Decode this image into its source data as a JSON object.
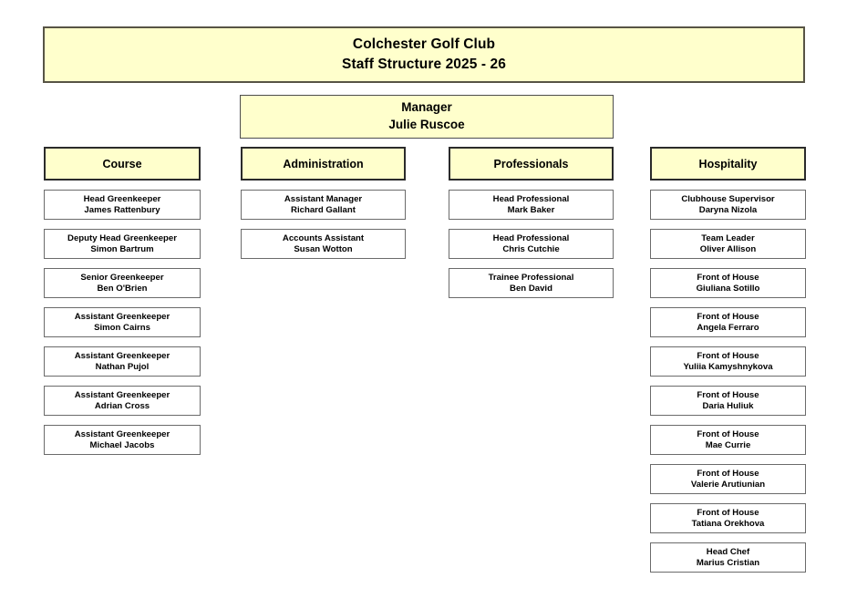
{
  "title": {
    "line1": "Colchester Golf Club",
    "line2": "Staff Structure 2025 - 26"
  },
  "manager": {
    "role": "Manager",
    "name": "Julie Ruscoe"
  },
  "colors": {
    "box_fill": "#FFFFCC",
    "header_border": "#2B2B2B",
    "staff_border": "#6B6B6B",
    "page_background": "#FFFFFF",
    "text": "#000000"
  },
  "columns": [
    {
      "key": "course",
      "header": "Course",
      "staff": [
        {
          "role": "Head Greenkeeper",
          "name": "James Rattenbury"
        },
        {
          "role": "Deputy Head Greenkeeper",
          "name": "Simon Bartrum"
        },
        {
          "role": "Senior Greenkeeper",
          "name": "Ben O'Brien"
        },
        {
          "role": "Assistant Greenkeeper",
          "name": "Simon Cairns"
        },
        {
          "role": "Assistant Greenkeeper",
          "name": "Nathan Pujol"
        },
        {
          "role": "Assistant Greenkeeper",
          "name": "Adrian Cross"
        },
        {
          "role": "Assistant Greenkeeper",
          "name": "Michael Jacobs"
        }
      ]
    },
    {
      "key": "administration",
      "header": "Administration",
      "staff": [
        {
          "role": "Assistant Manager",
          "name": "Richard Gallant"
        },
        {
          "role": "Accounts Assistant",
          "name": "Susan Wotton"
        }
      ]
    },
    {
      "key": "professionals",
      "header": "Professionals",
      "staff": [
        {
          "role": "Head Professional",
          "name": "Mark Baker"
        },
        {
          "role": "Head Professional",
          "name": "Chris Cutchie"
        },
        {
          "role": "Trainee Professional",
          "name": "Ben David"
        }
      ]
    },
    {
      "key": "hospitality",
      "header": "Hospitality",
      "staff": [
        {
          "role": "Clubhouse Supervisor",
          "name": "Daryna Nizola"
        },
        {
          "role": "Team Leader",
          "name": "Oliver Allison"
        },
        {
          "role": "Front of House",
          "name": "Giuliana Sotillo"
        },
        {
          "role": "Front of House",
          "name": "Angela Ferraro"
        },
        {
          "role": "Front of House",
          "name": "Yuliia Kamyshnykova"
        },
        {
          "role": "Front of House",
          "name": "Daria Huliuk"
        },
        {
          "role": "Front of House",
          "name": "Mae Currie"
        },
        {
          "role": "Front of House",
          "name": "Valerie Arutiunian"
        },
        {
          "role": "Front of House",
          "name": "Tatiana Orekhova"
        },
        {
          "role": "Head Chef",
          "name": "Marius Cristian"
        }
      ]
    }
  ]
}
